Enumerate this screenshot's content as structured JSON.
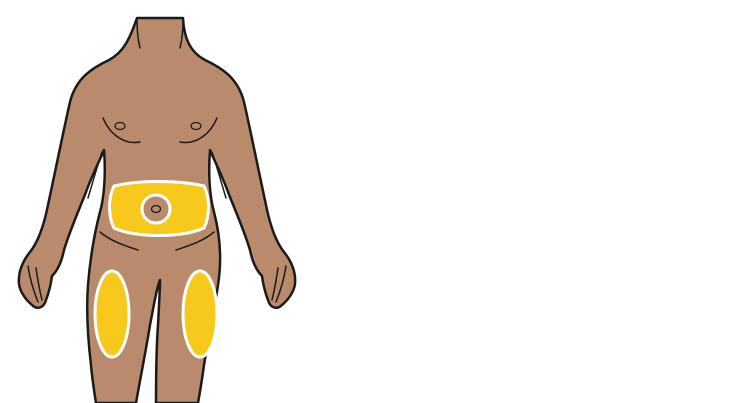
{
  "diagram": {
    "colors": {
      "background": "#ffffff",
      "skin": "#b98b6c",
      "outline": "#1a1a1a",
      "highlight": "#f6c91c",
      "highlight_border": "#ffffff"
    },
    "highlighted_regions": [
      "abdomen",
      "left-thigh",
      "right-thigh"
    ]
  }
}
